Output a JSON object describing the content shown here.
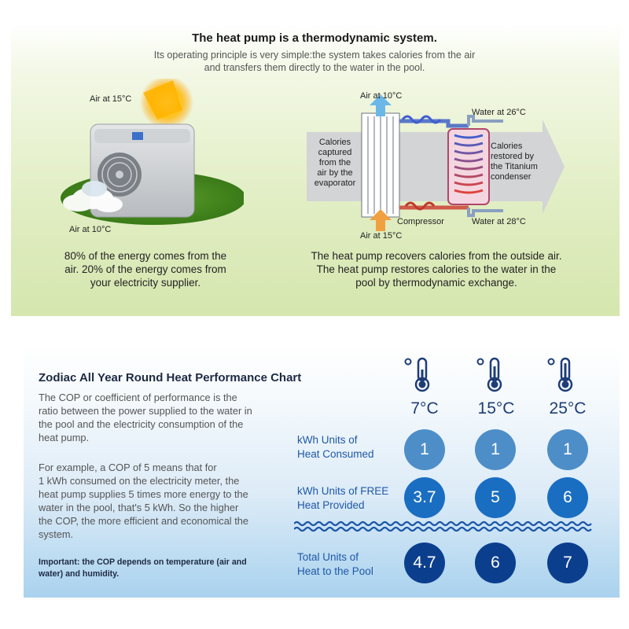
{
  "header": {
    "title": "The heat pump is a thermodynamic system.",
    "subtitle_line1": "Its operating principle is very simple:the system takes calories from the air",
    "subtitle_line2": "and transfers them directly to the water in the pool."
  },
  "left_diagram": {
    "air_top": "Air at 15°C",
    "air_bottom": "Air at 10°C",
    "caption_line1": "80% of the energy comes from the",
    "caption_line2": "air. 20% of the energy comes from",
    "caption_line3": "your electricity supplier."
  },
  "right_diagram": {
    "air_top": "Air at 10°C",
    "air_bottom": "Air at 15°C",
    "water_top": "Water at 26°C",
    "water_bottom": "Water at 28°C",
    "compressor": "Compressor",
    "evaporator_lines": [
      "Calories",
      "captured",
      "from the",
      "air by the",
      "evaporator"
    ],
    "condenser_lines": [
      "Calories",
      "restored by",
      "the Titanium",
      "condenser"
    ],
    "caption_line1": "The heat pump recovers calories from the outside air.",
    "caption_line2": "The heat pump restores calories to the water in the",
    "caption_line3": "pool by thermodynamic exchange."
  },
  "performance": {
    "title": "Zodiac All Year Round Heat Performance Chart",
    "para1": [
      "The COP or coefficient of performance is the",
      "ratio between the power supplied to the water in",
      "the pool and the electricity consumption of the",
      "heat pump."
    ],
    "para2": [
      "For example, a COP of 5 means that for",
      "1 kWh consumed on the electricity meter, the",
      "heat pump supplies 5 times more energy to the",
      "water in the pool, that's 5 kWh. So the higher",
      "the COP, the more efficient and economical the",
      "system."
    ],
    "important": [
      "Important: the COP depends on temperature (air and",
      "water) and humidity."
    ],
    "temperatures": [
      "7°C",
      "15°C",
      "25°C"
    ],
    "rows": [
      {
        "label_line1": "kWh Units of",
        "label_line2": "Heat Consumed",
        "values": [
          "1",
          "1",
          "1"
        ]
      },
      {
        "label_line1": "kWh Units of FREE",
        "label_line2": "Heat Provided",
        "values": [
          "3.7",
          "5",
          "6"
        ]
      },
      {
        "label_line1": "Total Units of",
        "label_line2": "Heat to the Pool",
        "values": [
          "4.7",
          "6",
          "7"
        ]
      }
    ],
    "colors": {
      "row1": "#4e8ec8",
      "row2": "#1a6ec2",
      "row3": "#0b3f8e",
      "label": "#1f58a8"
    }
  }
}
